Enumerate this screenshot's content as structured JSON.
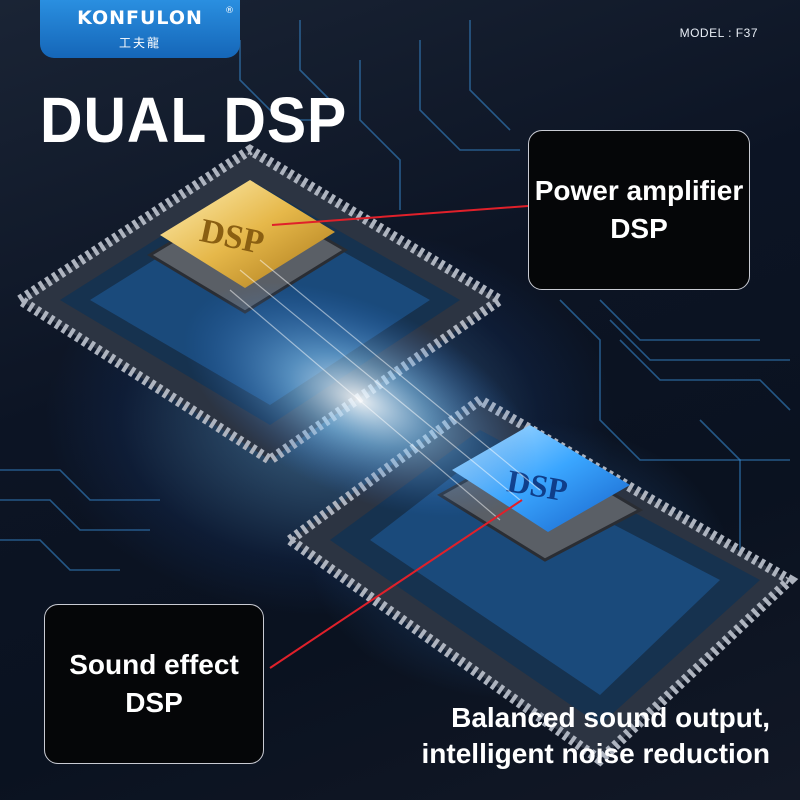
{
  "brand": {
    "name": "KONFULON",
    "registered": "®",
    "chinese": "工夫龍",
    "color": "#1e7ad0"
  },
  "model_label": "MODEL : F37",
  "headline": "DUAL DSP",
  "chips": {
    "upper_label": "DSP",
    "lower_label": "DSP",
    "upper_color": "#e6b84a",
    "lower_color": "#3aa6ff"
  },
  "callouts": {
    "top": {
      "line1": "Power amplifier",
      "line2": "DSP"
    },
    "bottom": {
      "line1": "Sound effect",
      "line2": "DSP"
    }
  },
  "tagline": {
    "line1": "Balanced sound output,",
    "line2": "intelligent noise reduction"
  },
  "colors": {
    "pointer_line": "#e0202a",
    "callout_border": "#c9cbd3"
  }
}
